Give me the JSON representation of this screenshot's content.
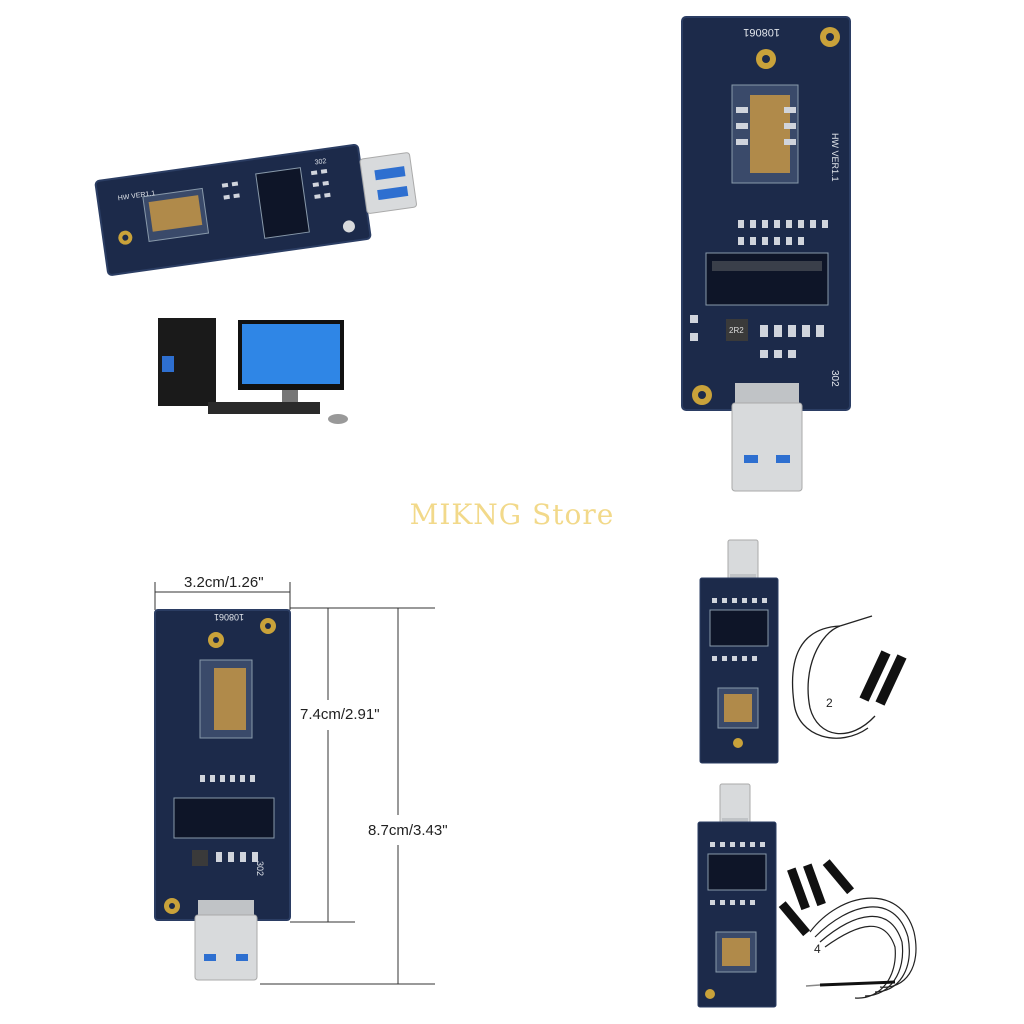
{
  "watermark": "MIKNG Store",
  "board": {
    "serial": "108061",
    "hw_version": "HW VER1.1",
    "chip_code": "302",
    "inductor_code": "2R2"
  },
  "dimensions": {
    "width": "3.2cm/1.26\"",
    "board_length": "7.4cm/2.91\"",
    "total_length": "8.7cm/3.43\""
  },
  "kits": [
    {
      "antenna_count": "2"
    },
    {
      "antenna_count": "4"
    }
  ],
  "colors": {
    "pcb": "#1c2a4a",
    "pcb_edge": "#2b3d63",
    "usb_metal": "#d8dadc",
    "usb_insert": "#2e6fd0",
    "sim_tray": "#b08a4a",
    "watermark": "#f2d98a"
  }
}
